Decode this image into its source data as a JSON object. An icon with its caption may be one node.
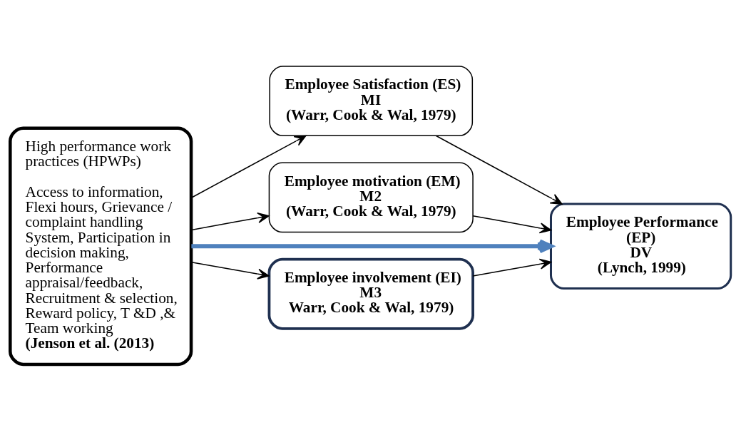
{
  "diagram": {
    "nodes": [
      {
        "text": [
          "High performance work practices (HPWPs)",
          "Access to information, Flexi hours, Grievance / complaint handling System, Participation in decision making, Performance appraisal/feedback, Recruitment & selection, Reward policy, T &D ,& Team working",
          "(Jenson et al. (2013)"
        ]
      },
      {
        "text": [
          "Employee Satisfaction (ES)",
          "MI",
          "(Warr, Cook & Wal, 1979)"
        ]
      },
      {
        "text": [
          "Employee motivation (EM)",
          "M2",
          "(Warr, Cook & Wal, 1979)"
        ]
      },
      {
        "text": [
          "Employee involvement (EI)",
          "M3",
          "Warr, Cook & Wal, 1979)"
        ]
      },
      {
        "text": [
          "Employee Performance (EP)",
          "DV",
          "(Lynch, 1999)"
        ]
      }
    ],
    "edges": [
      {
        "from": 0,
        "to": 1,
        "arrow": "to"
      },
      {
        "from": 0,
        "to": 2,
        "arrow": "to"
      },
      {
        "from": 0,
        "to": 3,
        "arrow": "to"
      },
      {
        "from": 1,
        "to": 4,
        "arrow": "to"
      },
      {
        "from": 2,
        "to": 4,
        "arrow": "to"
      },
      {
        "from": 3,
        "to": 4,
        "arrow": "to"
      },
      {
        "from": 0,
        "to": 4,
        "arrow": "to",
        "style": "thick",
        "color": "#4f81bd"
      }
    ]
  }
}
